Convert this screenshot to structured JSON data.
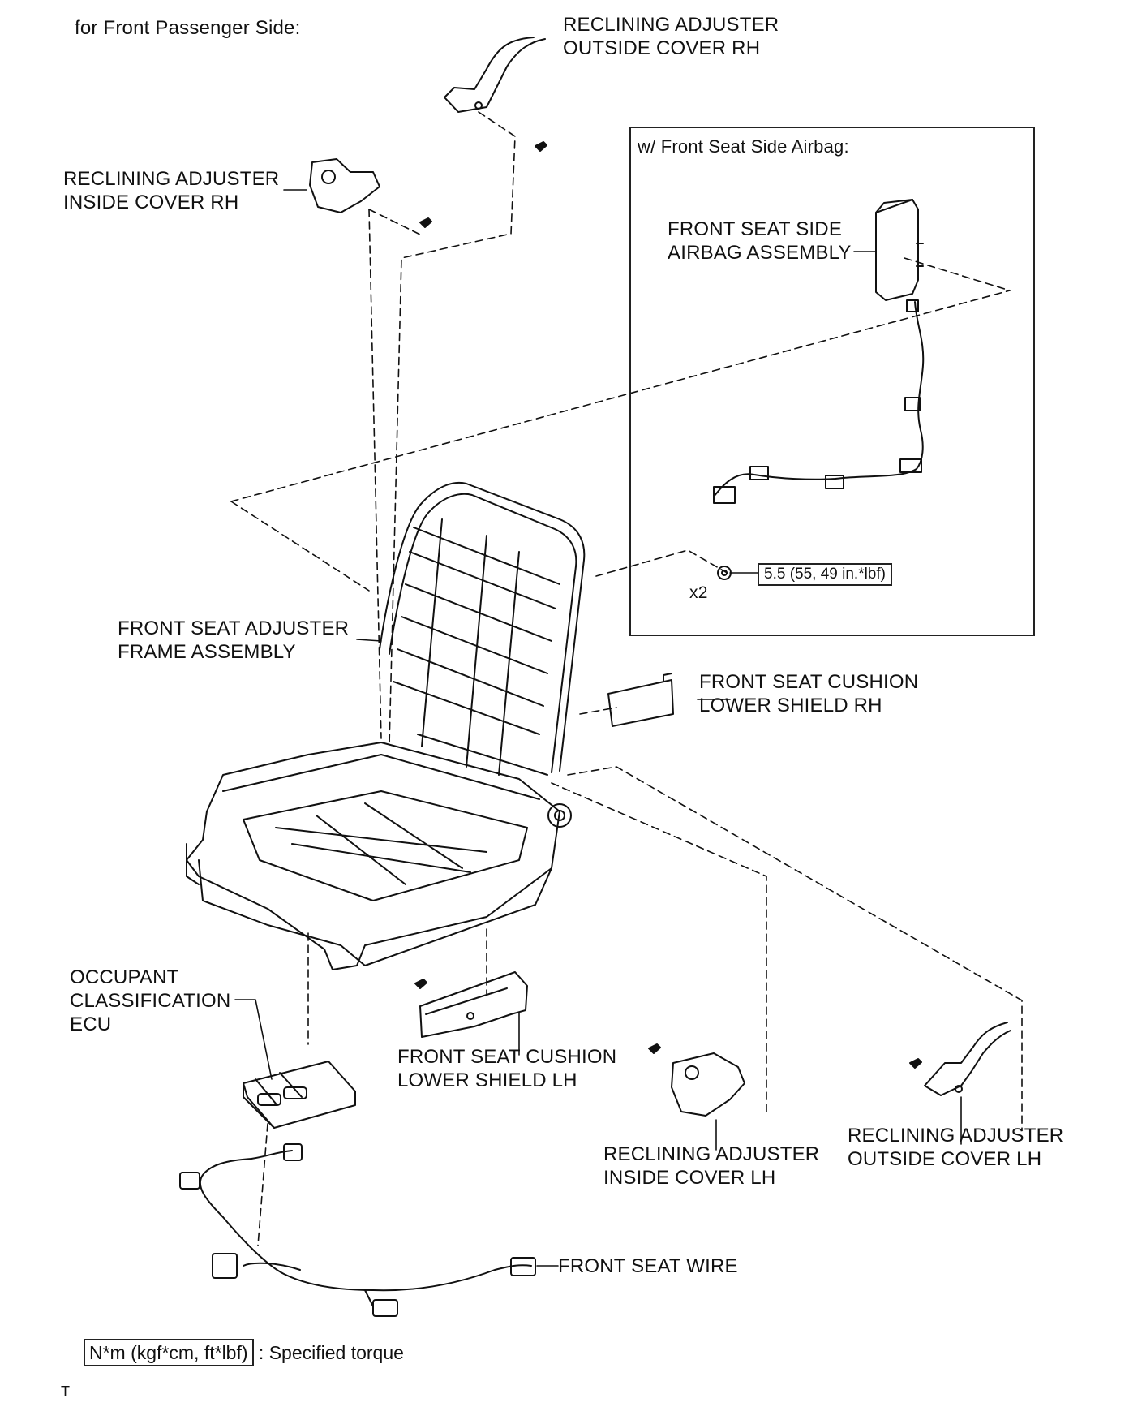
{
  "header": {
    "section": "for Front Passenger Side:"
  },
  "inset": {
    "title": "w/ Front Seat Side Airbag:",
    "airbag_label": [
      "FRONT SEAT SIDE",
      "AIRBAG ASSEMBLY"
    ],
    "count": "x2",
    "torque": "5.5 (55, 49 in.*lbf)"
  },
  "parts": {
    "outside_cover_rh": [
      "RECLINING ADJUSTER",
      "OUTSIDE COVER RH"
    ],
    "inside_cover_rh": [
      "RECLINING ADJUSTER",
      "INSIDE COVER RH"
    ],
    "frame_assembly": [
      "FRONT SEAT ADJUSTER",
      "FRAME ASSEMBLY"
    ],
    "lower_shield_rh": [
      "FRONT SEAT CUSHION",
      "LOWER SHIELD RH"
    ],
    "ecu": [
      "OCCUPANT",
      "CLASSIFICATION",
      "ECU"
    ],
    "lower_shield_lh": [
      "FRONT SEAT CUSHION",
      "LOWER SHIELD LH"
    ],
    "inside_cover_lh": [
      "RECLINING ADJUSTER",
      "INSIDE COVER LH"
    ],
    "outside_cover_lh": [
      "RECLINING ADJUSTER",
      "OUTSIDE COVER LH"
    ],
    "seat_wire": "FRONT SEAT WIRE"
  },
  "legend": {
    "unit_box": "N*m (kgf*cm, ft*lbf)",
    "text": ": Specified torque"
  },
  "footer": {
    "mark": "T"
  }
}
